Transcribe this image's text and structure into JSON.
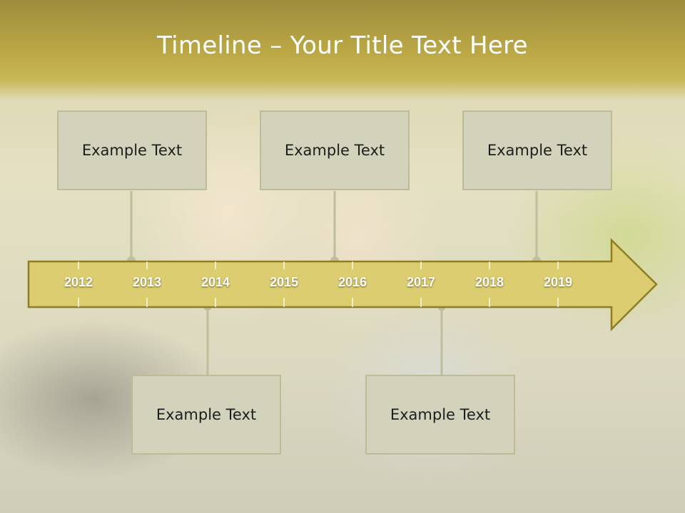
{
  "slide": {
    "title": "Timeline – Your Title Text Here"
  },
  "timeline": {
    "years": [
      "2012",
      "2013",
      "2014",
      "2015",
      "2016",
      "2017",
      "2018",
      "2019"
    ],
    "events_top": [
      {
        "label": "Example Text"
      },
      {
        "label": "Example Text"
      },
      {
        "label": "Example Text"
      }
    ],
    "events_bottom": [
      {
        "label": "Example Text"
      },
      {
        "label": "Example Text"
      }
    ]
  },
  "colors": {
    "arrow_fill": "#dccd70",
    "arrow_stroke": "#8f7d22",
    "connector": "#bfbd9c",
    "box_fill": "#d3d2bb"
  }
}
